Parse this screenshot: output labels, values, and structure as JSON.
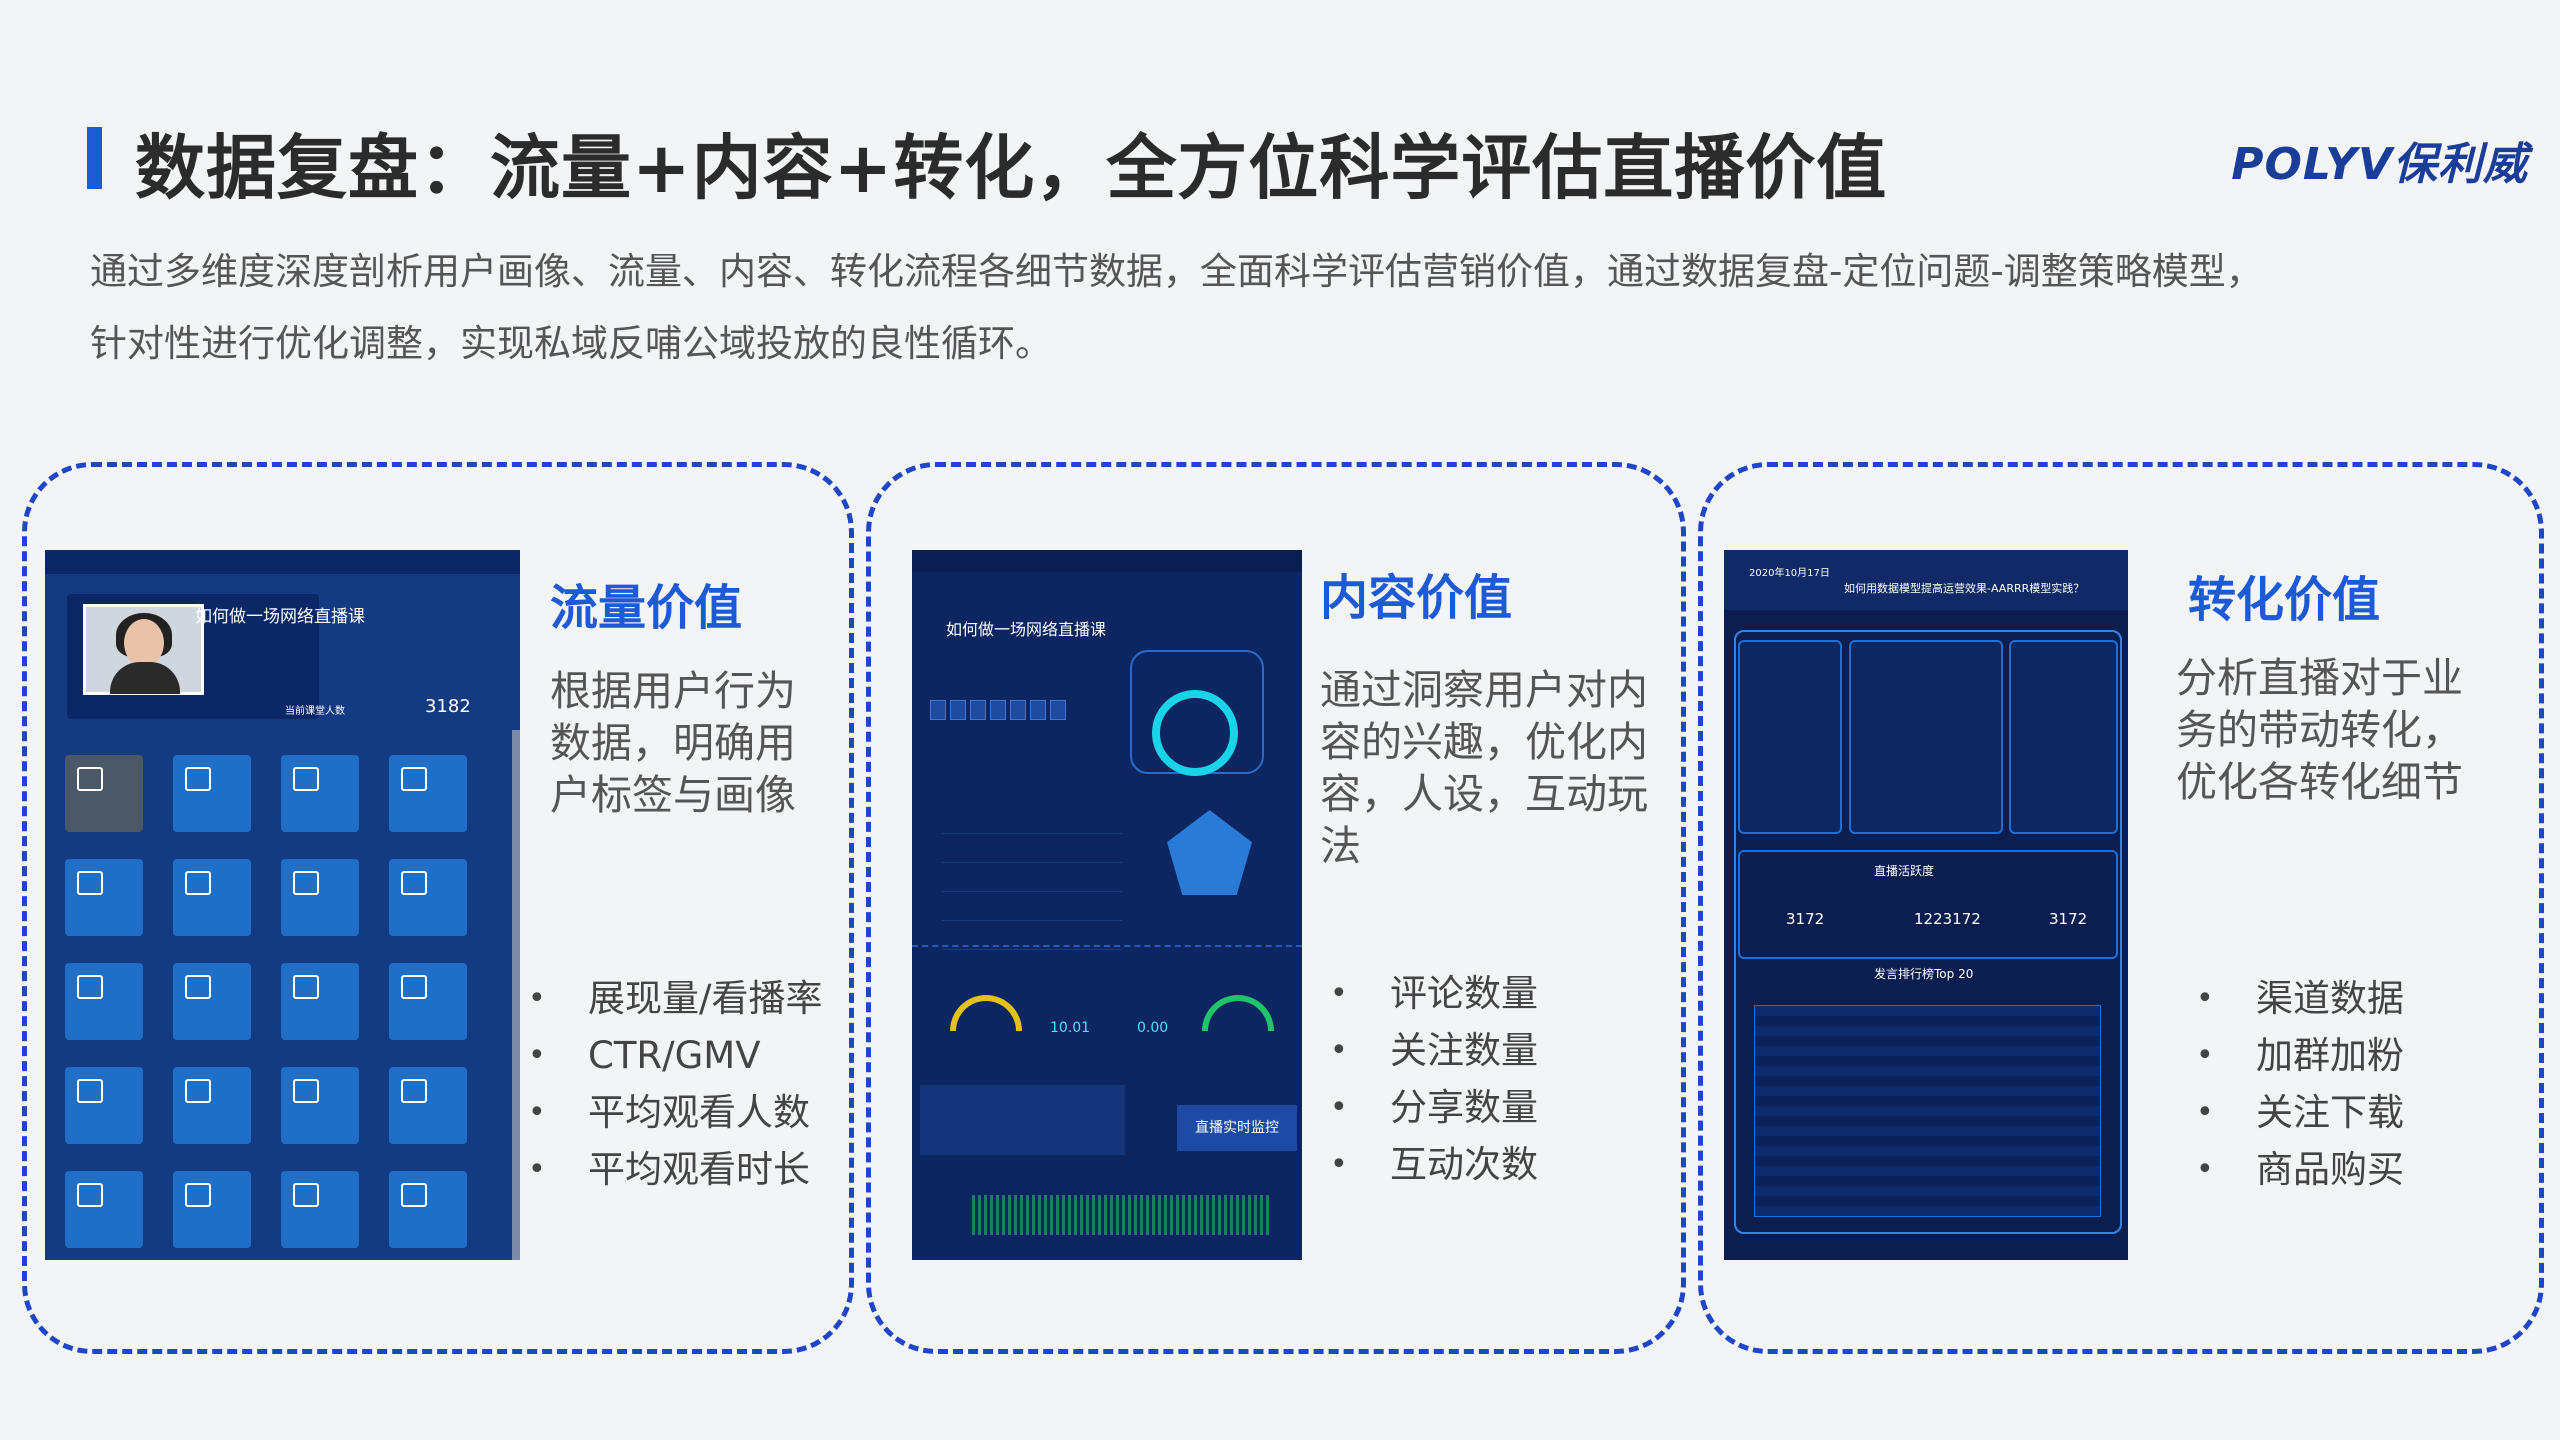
{
  "header": {
    "title": "数据复盘：流量+内容+转化，全方位科学评估直播价值",
    "logo": "POLYV保利威",
    "subtitle_line1": "通过多维度深度剖析用户画像、流量、内容、转化流程各细节数据，全面科学评估营销价值，通过数据复盘-定位问题-调整策略模型，",
    "subtitle_line2": "针对性进行优化调整，实现私域反哺公域投放的良性循环。"
  },
  "cards": [
    {
      "heading": "流量价值",
      "desc": "根据用户行为数据，明确用户标签与画像",
      "bullets": [
        "展现量/看播率",
        "CTR/GMV",
        "平均观看人数",
        "平均观看时长"
      ],
      "screenshot": {
        "course_title": "如何做一场网络直播课",
        "count_label": "当前课堂人数",
        "count": "3182"
      }
    },
    {
      "heading": "内容价值",
      "desc": "通过洞察用户对内容的兴趣，优化内容，人设，互动玩法",
      "bullets": [
        "评论数量",
        "关注数量",
        "分享数量",
        "互动次数"
      ],
      "screenshot": {
        "course_title": "如何做一场网络直播课",
        "latency": "10.01",
        "loss": "0.00",
        "monitor_button": "直播实时监控"
      }
    },
    {
      "heading": "转化价值",
      "desc": "分析直播对于业务的带动转化，优化各转化细节",
      "bullets": [
        "渠道数据",
        "加群加粉",
        "关注下载",
        "商品购买"
      ],
      "screenshot": {
        "date": "2020年10月17日",
        "title": "如何用数据模型提高运营效果-AARRR模型实践？",
        "activity_title": "直播活跃度",
        "v1": "3172",
        "v2": "1223172",
        "v3": "3172",
        "top20": "发言排行榜Top 20"
      }
    }
  ]
}
